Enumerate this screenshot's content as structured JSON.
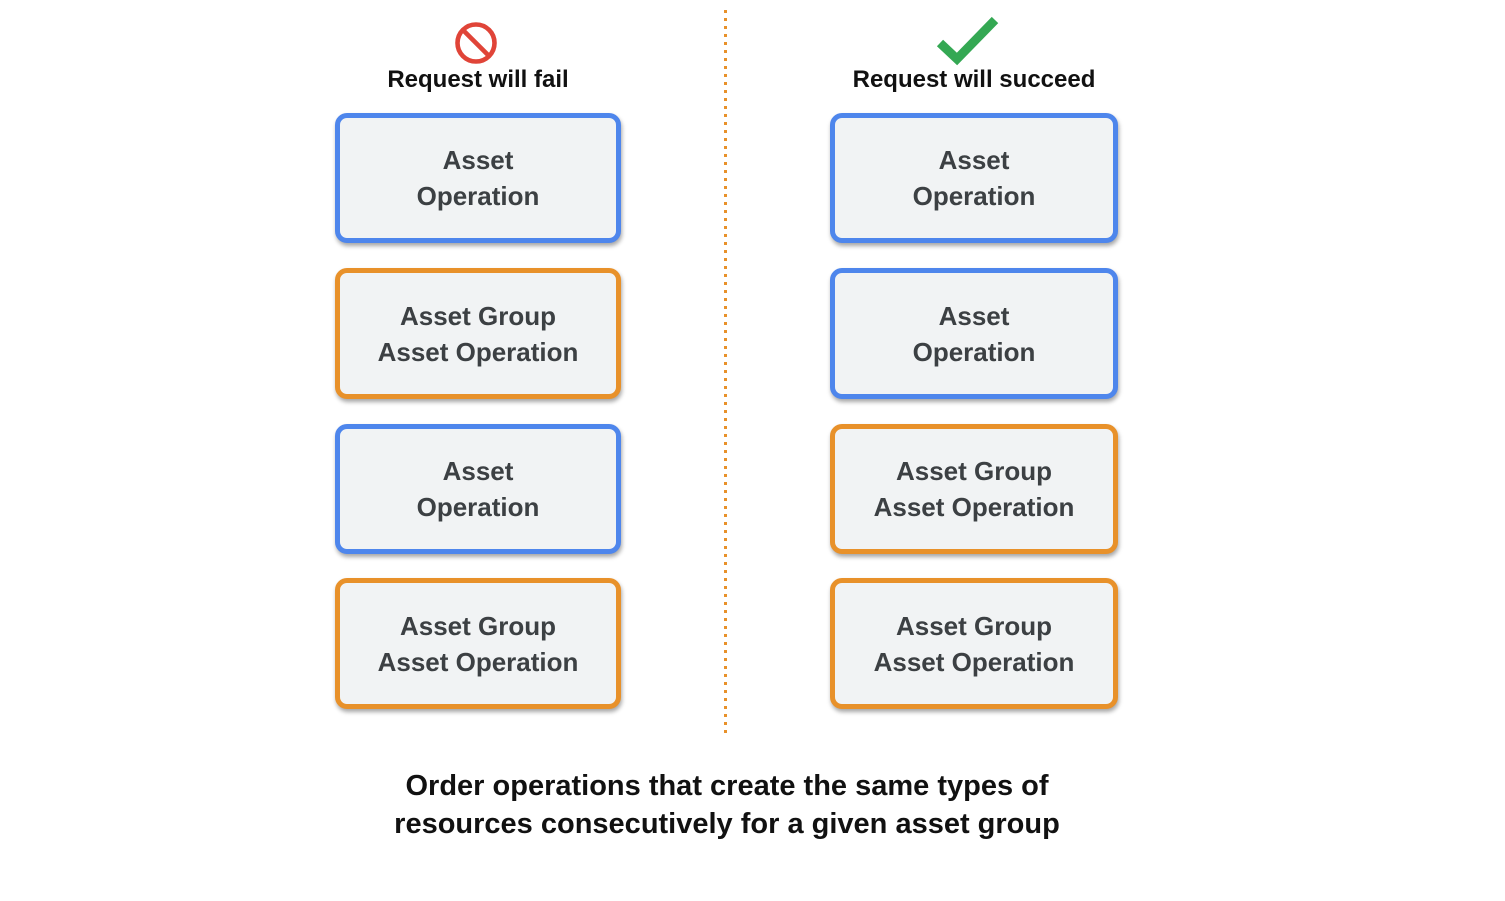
{
  "canvas": {
    "background": "#ffffff"
  },
  "colors": {
    "blue": "#4e86ec",
    "orange": "#e8912a",
    "red": "#e04438",
    "green": "#34a853",
    "box-bg": "#f1f3f4",
    "box-text": "#3c4043",
    "heading-text": "#111111"
  },
  "columns": [
    {
      "id": "fail",
      "icon": "prohibited-icon",
      "title": "Request will fail",
      "boxes": [
        {
          "lines": [
            "Asset",
            "Operation"
          ],
          "style": "blue"
        },
        {
          "lines": [
            "Asset Group",
            "Asset Operation"
          ],
          "style": "orange"
        },
        {
          "lines": [
            "Asset",
            "Operation"
          ],
          "style": "blue"
        },
        {
          "lines": [
            "Asset Group",
            "Asset Operation"
          ],
          "style": "orange"
        }
      ]
    },
    {
      "id": "succeed",
      "icon": "checkmark-icon",
      "title": "Request will succeed",
      "boxes": [
        {
          "lines": [
            "Asset",
            "Operation"
          ],
          "style": "blue"
        },
        {
          "lines": [
            "Asset",
            "Operation"
          ],
          "style": "blue"
        },
        {
          "lines": [
            "Asset Group",
            "Asset Operation"
          ],
          "style": "orange"
        },
        {
          "lines": [
            "Asset Group",
            "Asset Operation"
          ],
          "style": "orange"
        }
      ]
    }
  ],
  "divider": {
    "style": "dotted",
    "color": "#e8912a"
  },
  "caption": {
    "lines": [
      "Order operations that create the same types of",
      "resources consecutively for a given asset group"
    ]
  }
}
